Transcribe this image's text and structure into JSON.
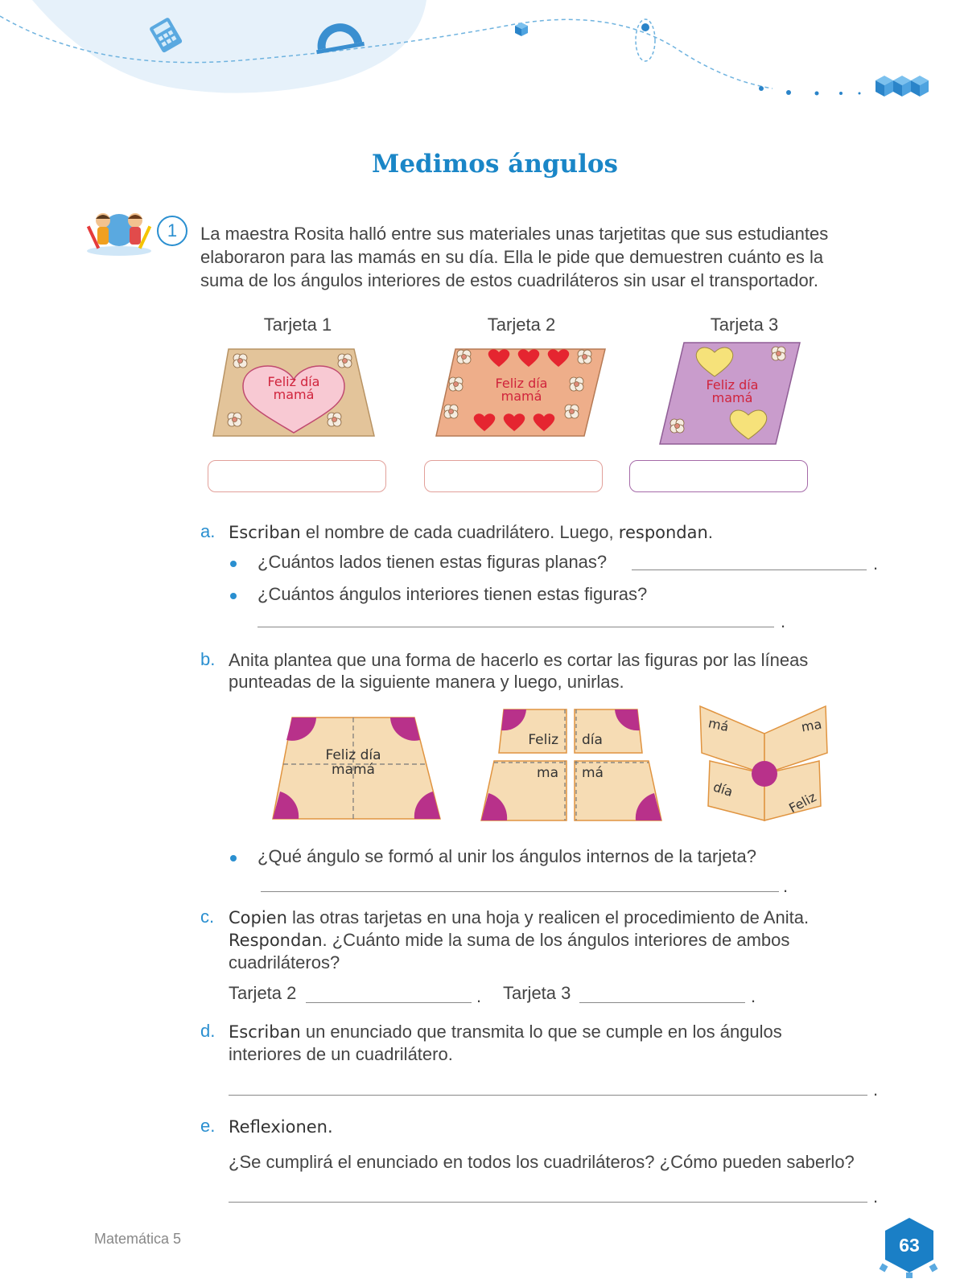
{
  "page": {
    "title": "Medimos ángulos",
    "footer_text": "Matemática 5",
    "page_number": "63"
  },
  "activity": {
    "number": "1",
    "intro_lines": [
      "La maestra Rosita halló entre sus materiales unas tarjetitas que sus estudiantes",
      "elaboraron para las mamás en su día. Ella le pide que demuestren cuánto es la",
      "suma de los ángulos interiores de estos cuadriláteros sin usar el transportador."
    ]
  },
  "cards": [
    {
      "label": "Tarjeta 1",
      "text_line1": "Feliz día",
      "text_line2": "mamá",
      "color": "#e3c49a"
    },
    {
      "label": "Tarjeta 2",
      "text_line1": "Feliz día",
      "text_line2": "mamá",
      "color": "#eeae8a"
    },
    {
      "label": "Tarjeta 3",
      "text_line1": "Feliz día",
      "text_line2": "mamá",
      "color": "#c99ccc"
    }
  ],
  "questions": {
    "a": {
      "letter": "a.",
      "bold1": "Escriban",
      "text1": " el nombre de cada cuadrilátero. Luego, ",
      "bold2": "respondan",
      "text2": ".",
      "bullets": [
        "¿Cuántos lados tienen estas figuras planas?",
        "¿Cuántos ángulos interiores tienen estas figuras?"
      ]
    },
    "b": {
      "letter": "b.",
      "line1": "Anita plantea que una forma de hacerlo es cortar las figuras por las líneas",
      "line2": "punteadas de la siguiente manera y luego, unirlas.",
      "bullet": "¿Qué ángulo se formó al unir los ángulos internos de la tarjeta?",
      "fig1_line1": "Feliz día",
      "fig1_line2": "mamá",
      "fig2_pieces": [
        "Feliz",
        "día",
        "ma",
        "má"
      ],
      "fig3_pieces": [
        "má",
        "ma",
        "día",
        "Feliz"
      ]
    },
    "c": {
      "letter": "c.",
      "bold1": "Copien",
      "text1": " las otras tarjetas en una hoja y realicen el procedimiento de Anita.",
      "bold2": "Respondan",
      "text2": ". ¿Cuánto mide la suma de los ángulos interiores de ambos",
      "line3": "cuadriláteros?",
      "answer1_label": "Tarjeta 2",
      "answer2_label": "Tarjeta 3"
    },
    "d": {
      "letter": "d.",
      "bold1": "Escriban",
      "text1": " un enunciado que transmita lo que se cumple en los ángulos",
      "line2": "interiores de un cuadrilátero."
    },
    "e": {
      "letter": "e.",
      "bold": "Reflexionen.",
      "question": "¿Se cumplirá el enunciado en todos los cuadriláteros? ¿Cómo pueden saberlo?"
    },
    "period": "."
  },
  "colors": {
    "accent_blue": "#1a86c7",
    "angle_magenta": "#b8318a",
    "card_paper": "#f6dcb4"
  },
  "icons": [
    "calculator-icon",
    "protractor-icon",
    "cube-icon",
    "kids-illustration",
    "hexagon-badge"
  ]
}
